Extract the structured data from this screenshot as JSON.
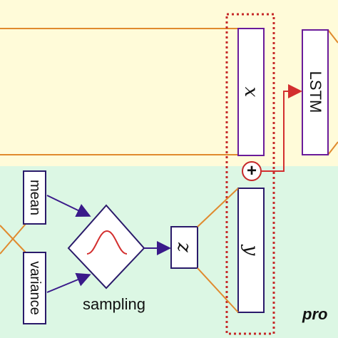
{
  "diagram": {
    "nodes": {
      "x_label": "x",
      "lstm_label": "LSTM",
      "y_label": "y",
      "z_label": "z",
      "mean_label": "mean",
      "variance_label": "variance",
      "sampling_label": "sampling",
      "plus_symbol": "+",
      "corner_text": "pro"
    },
    "colors": {
      "top_band": "#fffbd9",
      "bottom_band": "#dcf7e4",
      "box_stroke": "#6a1b9a",
      "connector_orange": "#e08a2e",
      "dotted_group": "#c62828",
      "lstm_arrow": "#d32f2f",
      "arrow_purple": "#3a1a8a"
    }
  }
}
